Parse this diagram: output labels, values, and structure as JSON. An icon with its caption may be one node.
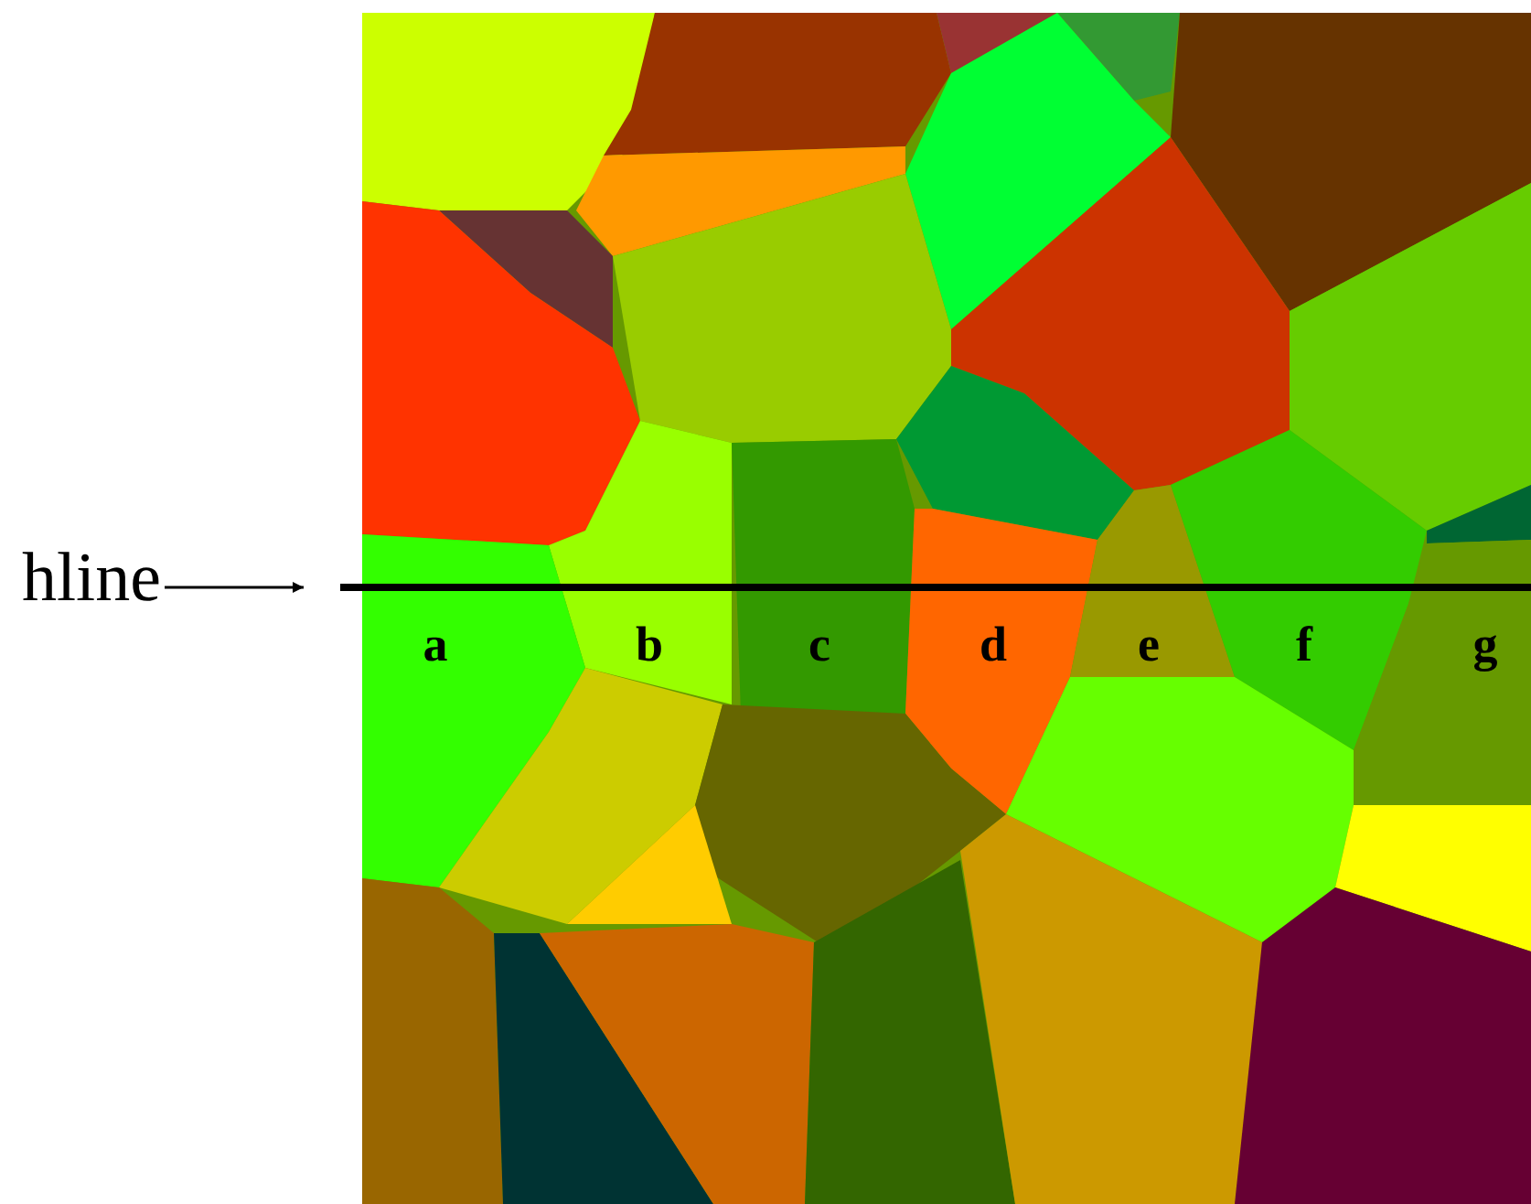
{
  "diagram": {
    "nodes": [
      {
        "text": [
          "hline"
        ]
      },
      {
        "text": [],
        "shape": "line"
      }
    ],
    "edges": [
      {
        "from": 0,
        "to": 1,
        "arrow": "to"
      }
    ],
    "labels": [
      "a",
      "b",
      "c",
      "d",
      "e",
      "f",
      "g"
    ]
  }
}
